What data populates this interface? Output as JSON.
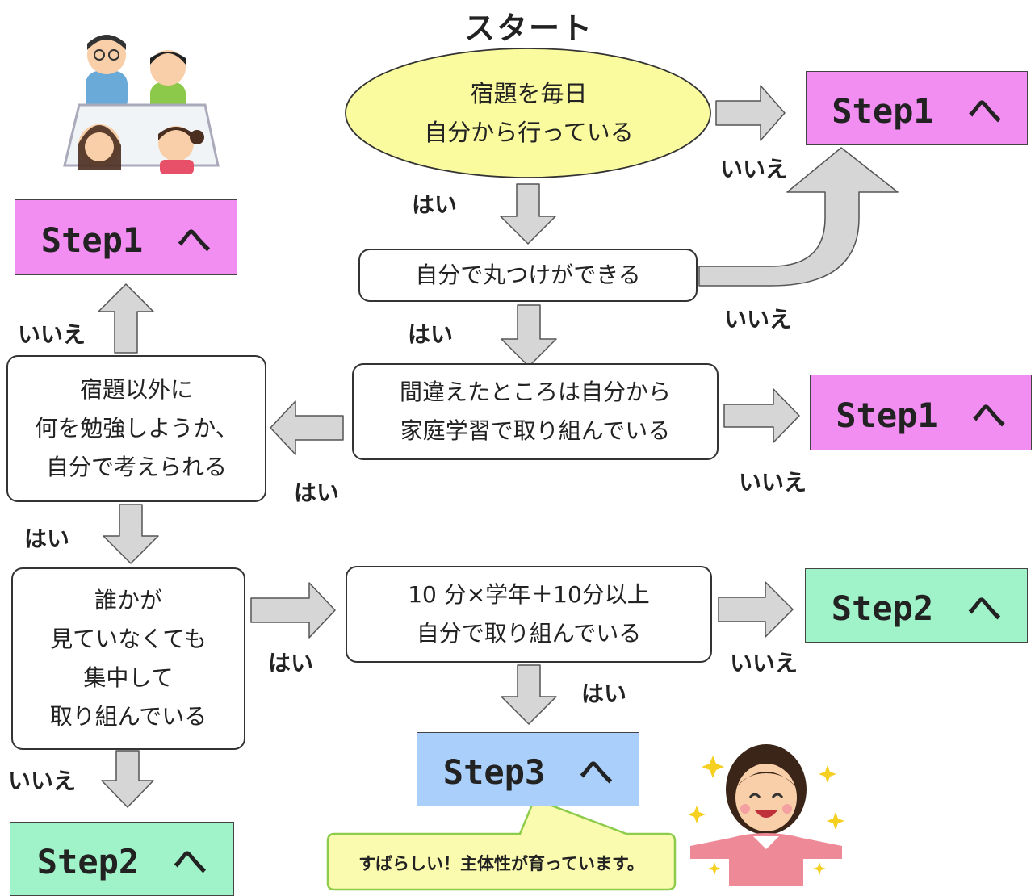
{
  "title": "スタート",
  "nodes": {
    "start": "宿題を毎日\n自分から行っている",
    "self_check": "自分で丸つけができる",
    "review": "間違えたところは自分から\n家庭学習で取り組んでいる",
    "think": "宿題以外に\n何を勉強しようか、\n自分で考えられる",
    "focus": "誰かが\n見ていなくても\n集中して\n取り組んでいる",
    "time": "10 分×学年＋10分以上\n自分で取り組んでいる"
  },
  "steps": {
    "s1_top_right": "Step1　へ",
    "s1_left": "Step1　へ",
    "s1_mid_right": "Step1　へ",
    "s2_right": "Step2　へ",
    "s2_bottom_left": "Step2　へ",
    "s3": "Step3　へ"
  },
  "labels": {
    "yes": "はい",
    "no": "いいえ"
  },
  "bubble": "すばらしい！主体性が育っています。",
  "colors": {
    "step1": "#f28ef2",
    "step2": "#a0f2c8",
    "step3": "#a9cffa",
    "oval": "#fafa9e",
    "bubble": "#fbfbb0",
    "bubble_border": "#8ccc4a",
    "arrow": "#d6d6d6"
  },
  "icons": [
    "family-illustration",
    "happy-girl-illustration"
  ]
}
